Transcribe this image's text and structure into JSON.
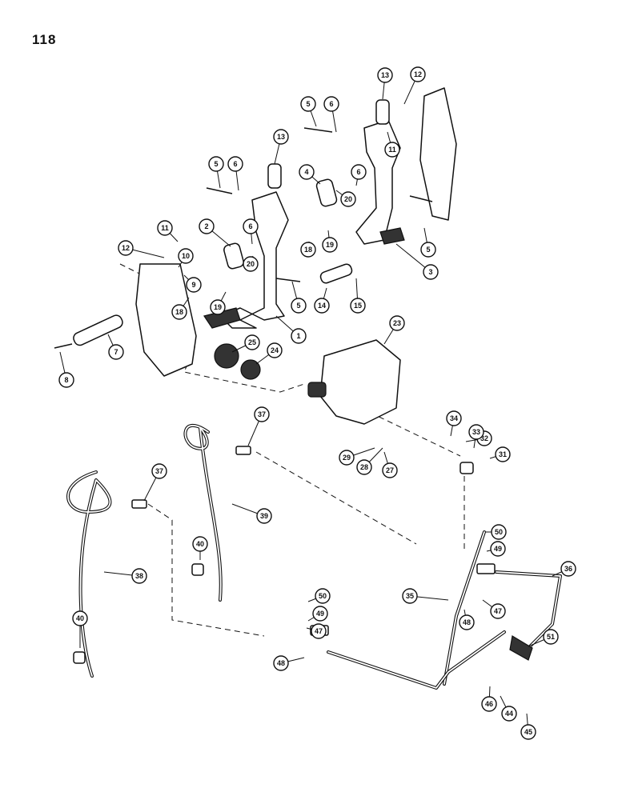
{
  "page": {
    "number": "118"
  },
  "callouts": [
    {
      "n": "1"
    },
    {
      "n": "2"
    },
    {
      "n": "3"
    },
    {
      "n": "4"
    },
    {
      "n": "5"
    },
    {
      "n": "5"
    },
    {
      "n": "5"
    },
    {
      "n": "5"
    },
    {
      "n": "6"
    },
    {
      "n": "6"
    },
    {
      "n": "6"
    },
    {
      "n": "6"
    },
    {
      "n": "7"
    },
    {
      "n": "8"
    },
    {
      "n": "9"
    },
    {
      "n": "10"
    },
    {
      "n": "11"
    },
    {
      "n": "11"
    },
    {
      "n": "12"
    },
    {
      "n": "12"
    },
    {
      "n": "13"
    },
    {
      "n": "13"
    },
    {
      "n": "14"
    },
    {
      "n": "15"
    },
    {
      "n": "18"
    },
    {
      "n": "18"
    },
    {
      "n": "19"
    },
    {
      "n": "19"
    },
    {
      "n": "20"
    },
    {
      "n": "20"
    },
    {
      "n": "23"
    },
    {
      "n": "24"
    },
    {
      "n": "25"
    },
    {
      "n": "27"
    },
    {
      "n": "28"
    },
    {
      "n": "29"
    },
    {
      "n": "31"
    },
    {
      "n": "32"
    },
    {
      "n": "33"
    },
    {
      "n": "34"
    },
    {
      "n": "35"
    },
    {
      "n": "36"
    },
    {
      "n": "37"
    },
    {
      "n": "37"
    },
    {
      "n": "38"
    },
    {
      "n": "39"
    },
    {
      "n": "40"
    },
    {
      "n": "40"
    },
    {
      "n": "44"
    },
    {
      "n": "45"
    },
    {
      "n": "46"
    },
    {
      "n": "47"
    },
    {
      "n": "47"
    },
    {
      "n": "48"
    },
    {
      "n": "48"
    },
    {
      "n": "49"
    },
    {
      "n": "49"
    },
    {
      "n": "50"
    },
    {
      "n": "50"
    },
    {
      "n": "51"
    }
  ]
}
